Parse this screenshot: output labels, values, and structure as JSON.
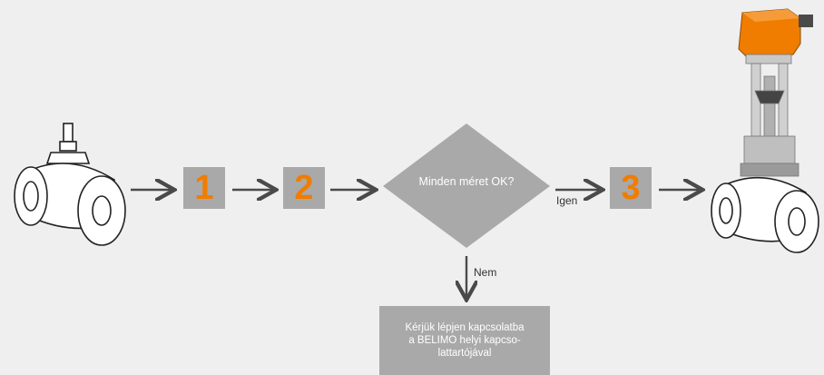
{
  "steps": [
    {
      "number": "1"
    },
    {
      "number": "2"
    },
    {
      "number": "3"
    }
  ],
  "decision": {
    "question": "Minden méret OK?"
  },
  "branches": {
    "yes": "Igen",
    "no": "Nem"
  },
  "contact_box": {
    "lines": [
      "Kérjük lépjen kapcsolatba",
      "a BELIMO helyi kapcso-",
      "lattartójával"
    ]
  },
  "colors": {
    "background": "#efefef",
    "box_fill": "#a9a9a9",
    "step_number": "#f07d00",
    "arrow": "#4a4a4a",
    "actuator": "#f07d00"
  },
  "icons": {
    "left": "valve-icon",
    "right": "valve-with-actuator-icon"
  }
}
